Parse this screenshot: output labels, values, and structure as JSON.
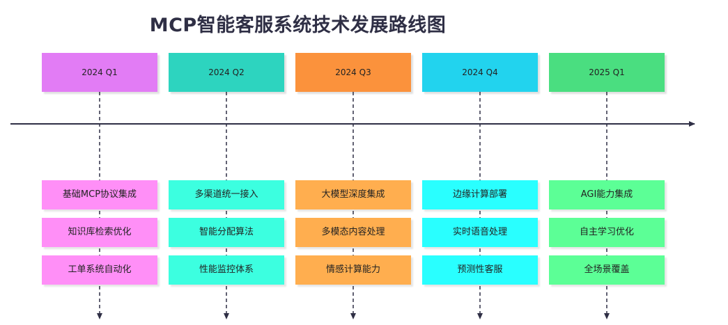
{
  "title": "MCP智能客服系统技术发展路线图",
  "columns": [
    {
      "phase": "2024 Q1",
      "header_color": "#E27CF5",
      "task_color": "#FF8FF7",
      "tasks": [
        "基础MCP协议集成",
        "知识库检索优化",
        "工单系统自动化"
      ]
    },
    {
      "phase": "2024 Q2",
      "header_color": "#2DD4BF",
      "task_color": "#3CFFE0",
      "tasks": [
        "多渠道统一接入",
        "智能分配算法",
        "性能监控体系"
      ]
    },
    {
      "phase": "2024 Q3",
      "header_color": "#FB923C",
      "task_color": "#FFAE4F",
      "tasks": [
        "大模型深度集成",
        "多模态内容处理",
        "情感计算能力"
      ]
    },
    {
      "phase": "2024 Q4",
      "header_color": "#22D3EE",
      "task_color": "#29FFFF",
      "tasks": [
        "边缘计算部署",
        "实时语音处理",
        "预测性客服"
      ]
    },
    {
      "phase": "2025 Q1",
      "header_color": "#4ADE80",
      "task_color": "#5CFF96",
      "tasks": [
        "AGI能力集成",
        "自主学习优化",
        "全场景覆盖"
      ]
    }
  ]
}
